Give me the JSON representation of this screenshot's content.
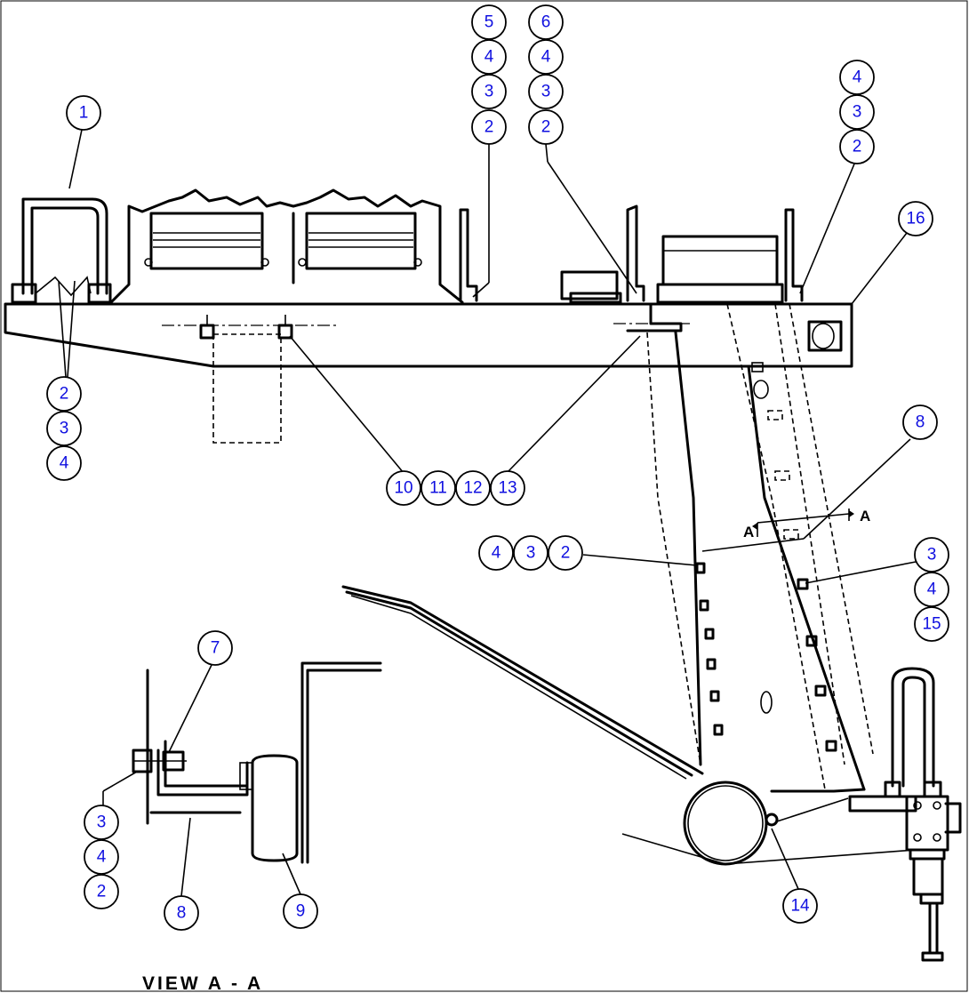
{
  "diagram": {
    "view_title": "VIEW  A - A",
    "section_marker_left": "A",
    "section_marker_right": "A",
    "callouts": [
      {
        "id": "callout-1",
        "label": "1"
      },
      {
        "id": "callout-group-a-2",
        "label": "2"
      },
      {
        "id": "callout-group-a-3",
        "label": "3"
      },
      {
        "id": "callout-group-a-4",
        "label": "4"
      },
      {
        "id": "callout-group-b-5",
        "label": "5"
      },
      {
        "id": "callout-group-b-4",
        "label": "4"
      },
      {
        "id": "callout-group-b-3",
        "label": "3"
      },
      {
        "id": "callout-group-b-2",
        "label": "2"
      },
      {
        "id": "callout-group-c-6",
        "label": "6"
      },
      {
        "id": "callout-group-c-4",
        "label": "4"
      },
      {
        "id": "callout-group-c-3",
        "label": "3"
      },
      {
        "id": "callout-group-c-2",
        "label": "2"
      },
      {
        "id": "callout-group-d-4",
        "label": "4"
      },
      {
        "id": "callout-group-d-3",
        "label": "3"
      },
      {
        "id": "callout-group-d-2",
        "label": "2"
      },
      {
        "id": "callout-16",
        "label": "16"
      },
      {
        "id": "callout-10",
        "label": "10"
      },
      {
        "id": "callout-11",
        "label": "11"
      },
      {
        "id": "callout-12",
        "label": "12"
      },
      {
        "id": "callout-13",
        "label": "13"
      },
      {
        "id": "callout-8-top",
        "label": "8"
      },
      {
        "id": "callout-group-e-4",
        "label": "4"
      },
      {
        "id": "callout-group-e-3",
        "label": "3"
      },
      {
        "id": "callout-group-e-2",
        "label": "2"
      },
      {
        "id": "callout-group-f-3",
        "label": "3"
      },
      {
        "id": "callout-group-f-4",
        "label": "4"
      },
      {
        "id": "callout-group-f-15",
        "label": "15"
      },
      {
        "id": "callout-7",
        "label": "7"
      },
      {
        "id": "callout-group-g-3",
        "label": "3"
      },
      {
        "id": "callout-group-g-4",
        "label": "4"
      },
      {
        "id": "callout-group-g-2",
        "label": "2"
      },
      {
        "id": "callout-8-view",
        "label": "8"
      },
      {
        "id": "callout-9",
        "label": "9"
      },
      {
        "id": "callout-14",
        "label": "14"
      }
    ]
  }
}
